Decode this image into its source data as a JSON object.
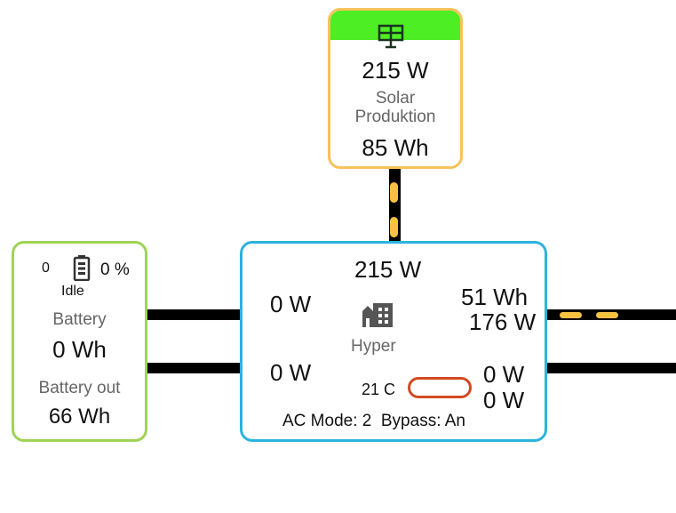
{
  "solar": {
    "icon": "solar-panel-icon",
    "power": "215 W",
    "label_line1": "Solar",
    "label_line2": "Produktion",
    "energy": "85 Wh",
    "header_color": "#4dee23",
    "border_color": "#f6c35a"
  },
  "battery": {
    "icon": "battery-icon",
    "left_value": "0",
    "soc": "0 %",
    "state": "Idle",
    "label": "Battery",
    "energy": "0 Wh",
    "out_label": "Battery out",
    "out_energy": "66 Wh",
    "border_color": "#9fd356"
  },
  "hyper": {
    "icon": "building-icon",
    "top_power": "215 W",
    "left_top": "0 W",
    "left_bottom": "0 W",
    "right_energy": "51 Wh",
    "right_power": "176 W",
    "right_bottom_1": "0 W",
    "right_bottom_2": "0 W",
    "name": "Hyper",
    "temperature": "21 C",
    "status": "AC Mode: 2  Bypass: An",
    "border_color": "#2bb3dd"
  },
  "colors": {
    "line": "#000000",
    "flow_dash": "#f5c242",
    "temp_outline": "#d24a21"
  }
}
